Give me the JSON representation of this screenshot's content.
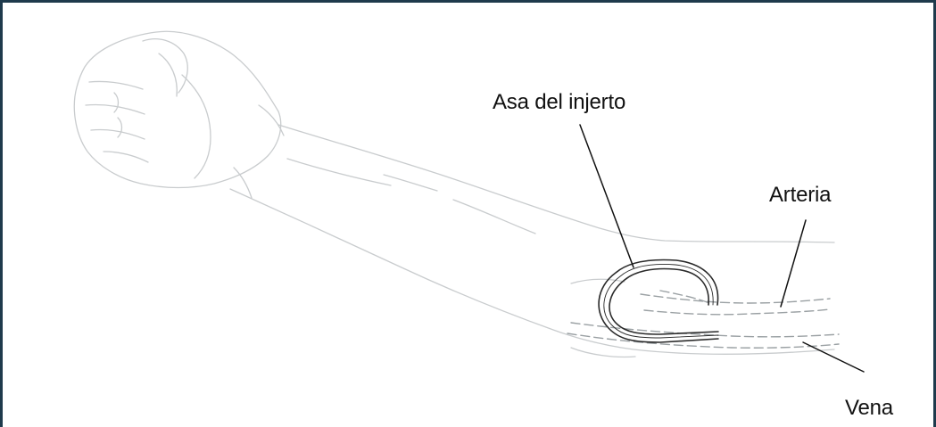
{
  "diagram": {
    "labels": {
      "graft_loop": "Asa del injerto",
      "artery": "Arteria",
      "vein": "Vena"
    },
    "colors": {
      "frame": "#1e3a4c",
      "arm_sketch": "#c9ccce",
      "graft_tube": "#2a2a2a",
      "leader_line": "#111111",
      "label_text": "#111111"
    }
  }
}
